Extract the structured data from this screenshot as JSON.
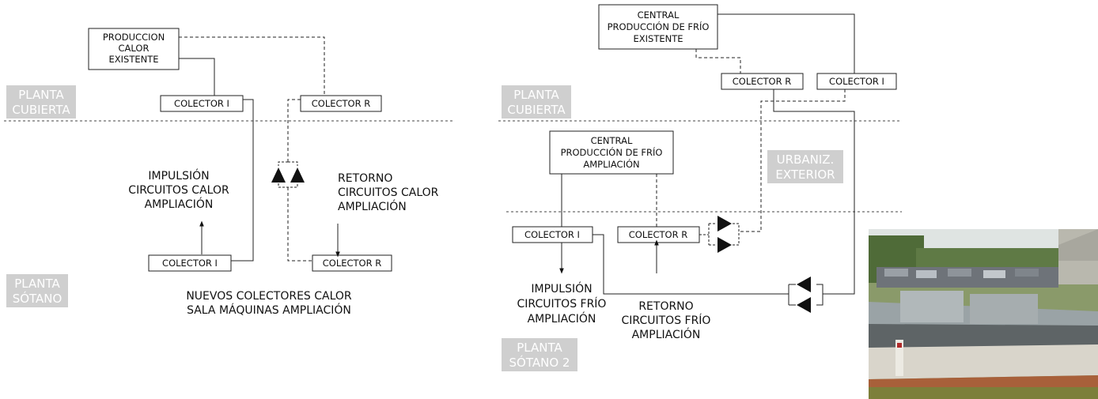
{
  "left_diagram": {
    "producer": [
      "PRODUCCION",
      "CALOR",
      "EXISTENTE"
    ],
    "collector_i_top": "COLECTOR I",
    "collector_r_top": "COLECTOR R",
    "collector_i_bottom": "COLECTOR I",
    "collector_r_bottom": "COLECTOR R",
    "impulsion": [
      "IMPULSIÓN",
      "CIRCUITOS CALOR",
      "AMPLIACIÓN"
    ],
    "retorno": [
      "RETORNO",
      "CIRCUITOS CALOR",
      "AMPLIACIÓN"
    ],
    "caption": [
      "NUEVOS COLECTORES CALOR",
      "SALA MÁQUINAS AMPLIACIÓN"
    ],
    "floor_top": [
      "PLANTA",
      "CUBIERTA"
    ],
    "floor_bottom": [
      "PLANTA",
      "SÓTANO"
    ]
  },
  "right_diagram": {
    "producer_existing": [
      "CENTRAL",
      "PRODUCCIÓN DE FRÍO",
      "EXISTENTE"
    ],
    "collector_r_top": "COLECTOR R",
    "collector_i_top": "COLECTOR I",
    "producer_new": [
      "CENTRAL",
      "PRODUCCIÓN DE FRÍO",
      "AMPLIACIÓN"
    ],
    "collector_i_bottom": "COLECTOR I",
    "collector_r_bottom": "COLECTOR R",
    "impulsion": [
      "IMPULSIÓN",
      "CIRCUITOS FRÍO",
      "AMPLIACIÓN"
    ],
    "retorno": [
      "RETORNO",
      "CIRCUITOS FRÍO",
      "AMPLIACIÓN"
    ],
    "floor_top": [
      "PLANTA",
      "CUBIERTA"
    ],
    "floor_middle": [
      "URBANIZ.",
      "EXTERIOR"
    ],
    "floor_bottom": [
      "PLANTA",
      "SÓTANO 2"
    ]
  },
  "colors": {
    "floor_label_bg": "#cfcfcf",
    "line": "#222222"
  }
}
